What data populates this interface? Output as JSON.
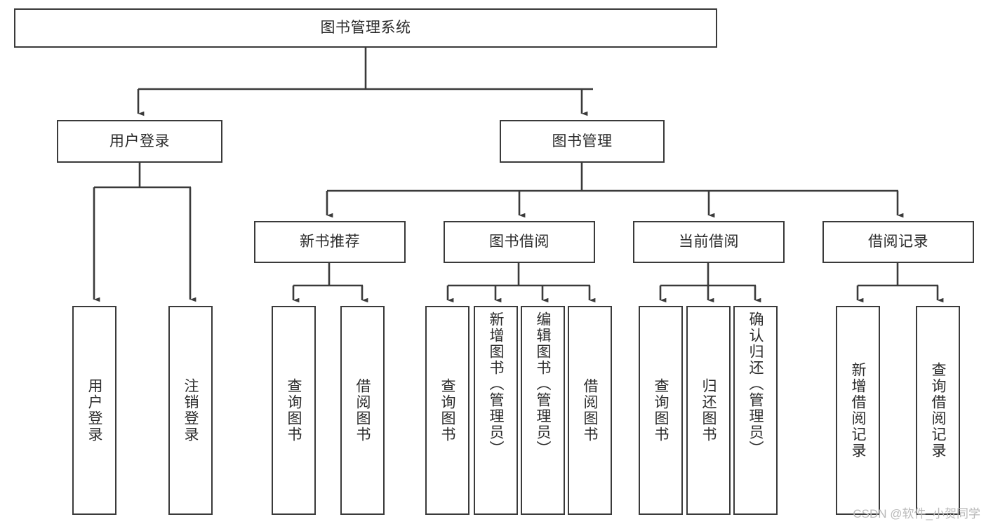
{
  "diagram": {
    "title_node": {
      "label": "图书管理系统"
    },
    "level2": [
      {
        "id": "user-login",
        "label": "用户登录"
      },
      {
        "id": "book-management",
        "label": "图书管理"
      }
    ],
    "level3": [
      {
        "id": "new-book-recommend",
        "label": "新书推荐"
      },
      {
        "id": "book-borrow",
        "label": "图书借阅"
      },
      {
        "id": "current-borrow",
        "label": "当前借阅"
      },
      {
        "id": "borrow-record",
        "label": "借阅记录"
      }
    ],
    "leaves": [
      {
        "id": "leaf-user-login",
        "label": "用户登录",
        "parent": "user-login"
      },
      {
        "id": "leaf-logout",
        "label": "注销登录",
        "parent": "user-login"
      },
      {
        "id": "leaf-query-book-1",
        "label": "查询图书",
        "parent": "new-book-recommend"
      },
      {
        "id": "leaf-borrow-book-1",
        "label": "借阅图书",
        "parent": "new-book-recommend"
      },
      {
        "id": "leaf-query-book-2",
        "label": "查询图书",
        "parent": "book-borrow"
      },
      {
        "id": "leaf-add-book",
        "label": "新增图书（管理员）",
        "parent": "book-borrow"
      },
      {
        "id": "leaf-edit-book",
        "label": "编辑图书（管理员）",
        "parent": "book-borrow"
      },
      {
        "id": "leaf-borrow-book-2",
        "label": "借阅图书",
        "parent": "book-borrow"
      },
      {
        "id": "leaf-query-book-3",
        "label": "查询图书",
        "parent": "current-borrow"
      },
      {
        "id": "leaf-return-book",
        "label": "归还图书",
        "parent": "current-borrow"
      },
      {
        "id": "leaf-confirm-return",
        "label": "确认归还（管理员）",
        "parent": "current-borrow"
      },
      {
        "id": "leaf-add-record",
        "label": "新增借阅记录",
        "parent": "borrow-record"
      },
      {
        "id": "leaf-query-record",
        "label": "查询借阅记录",
        "parent": "borrow-record"
      }
    ],
    "colors": {
      "stroke": "#3a3a3a",
      "fill": "#ffffff",
      "text": "#2b2b2b",
      "watermark": "#b9b9b9"
    }
  },
  "watermark": {
    "text": "CSDN @软件_小贺同学"
  }
}
